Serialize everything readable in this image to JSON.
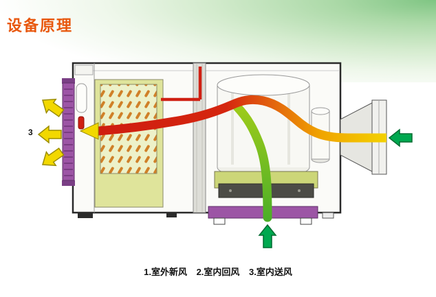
{
  "header": {
    "title": "设备原理"
  },
  "diagram": {
    "outlet_label": "3",
    "icons": {
      "supply_air": "yellow-block-arrows-pointing-out-left",
      "fresh_air_inlet": "green-block-arrow-pointing-left",
      "return_air_inlet": "green-block-arrow-pointing-up"
    },
    "colors": {
      "purple": "#9c55a5",
      "yellow": "#f2d800",
      "green": "#00a84f",
      "flow_red": "#d0200f",
      "flow_green": "#8fc31f",
      "panel_green": "#dfe49b"
    }
  },
  "legend": {
    "items": [
      {
        "text": "1.室外新风"
      },
      {
        "text": "2.室内回风"
      },
      {
        "text": "3.室内送风"
      }
    ]
  }
}
